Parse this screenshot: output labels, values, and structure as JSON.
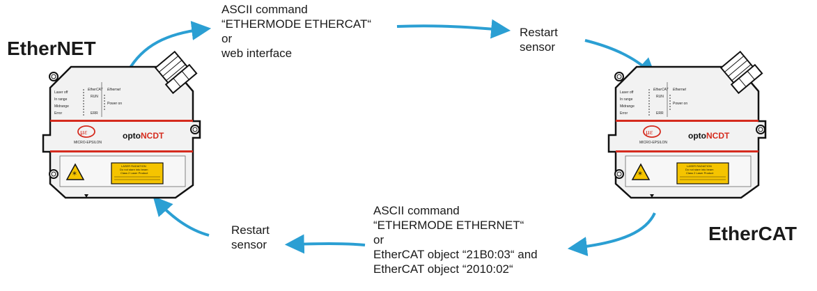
{
  "modes": {
    "left": "EtherNET",
    "right": "EtherCAT"
  },
  "top_command": {
    "line1": "ASCII command",
    "line2": "“ETHERMODE ETHERCAT“",
    "line3": "or",
    "line4": "web interface"
  },
  "top_restart": {
    "line1": "Restart",
    "line2": "sensor"
  },
  "bottom_command": {
    "line1": "ASCII command",
    "line2": "“ETHERMODE ETHERNET“",
    "line3": "or",
    "line4": "EtherCAT object “21B0:03“ and",
    "line5": "EtherCAT object “2010:02“"
  },
  "bottom_restart": {
    "line1": "Restart",
    "line2": "sensor"
  },
  "sensor": {
    "led_left": [
      "Laser off",
      "In range",
      "Midrange",
      "Error"
    ],
    "ethercat_label": "EtherCAT",
    "ethernet_label": "Ethernet",
    "run": "RUN",
    "power_on": "Power on",
    "err": "ERR",
    "brand_prefix": "opto",
    "brand_suffix": "NCDT",
    "maker": "MICRO-EPSILON",
    "warning_title": "LASER RADIATION",
    "warning_line1": "Do not stare into beam",
    "warning_line2": "Class 2 Laser Product"
  },
  "colors": {
    "arrow": "#2b9fd3",
    "brand_red": "#d52b1e",
    "warning_yellow": "#f5c400"
  }
}
